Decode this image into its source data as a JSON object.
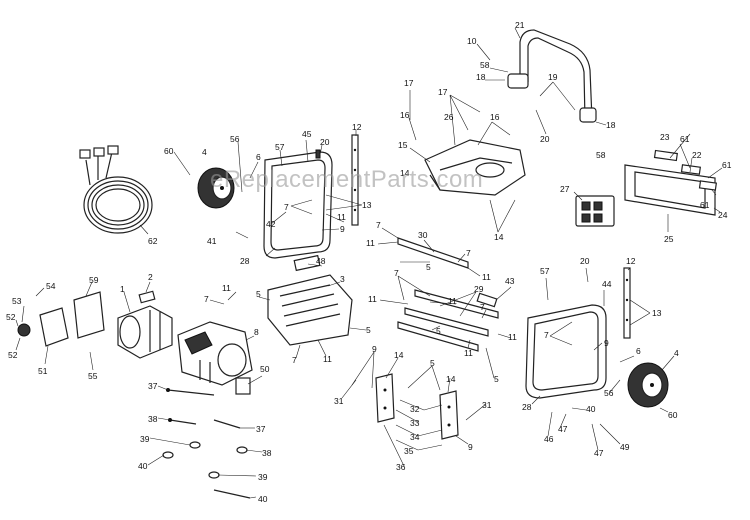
{
  "watermark": "eReplacementParts.com",
  "callouts": [
    {
      "id": "c21",
      "label": "21"
    },
    {
      "id": "c10",
      "label": "10"
    },
    {
      "id": "c58a",
      "label": "58"
    },
    {
      "id": "c18a",
      "label": "18"
    },
    {
      "id": "c19",
      "label": "19"
    },
    {
      "id": "c17a",
      "label": "17"
    },
    {
      "id": "c17b",
      "label": "17"
    },
    {
      "id": "c16a",
      "label": "16"
    },
    {
      "id": "c26",
      "label": "26"
    },
    {
      "id": "c16b",
      "label": "16"
    },
    {
      "id": "c20a",
      "label": "20"
    },
    {
      "id": "c18b",
      "label": "18"
    },
    {
      "id": "c58b",
      "label": "58"
    },
    {
      "id": "c15",
      "label": "15"
    },
    {
      "id": "c14a",
      "label": "14"
    },
    {
      "id": "c14b",
      "label": "14"
    },
    {
      "id": "c12a",
      "label": "12"
    },
    {
      "id": "c45",
      "label": "45"
    },
    {
      "id": "c20b",
      "label": "20"
    },
    {
      "id": "c57a",
      "label": "57"
    },
    {
      "id": "c6a",
      "label": "6"
    },
    {
      "id": "c56a",
      "label": "56"
    },
    {
      "id": "c4a",
      "label": "4"
    },
    {
      "id": "c60a",
      "label": "60"
    },
    {
      "id": "c13a",
      "label": "13"
    },
    {
      "id": "c7a",
      "label": "7"
    },
    {
      "id": "c11a",
      "label": "11"
    },
    {
      "id": "c9a",
      "label": "9"
    },
    {
      "id": "c42",
      "label": "42"
    },
    {
      "id": "c41",
      "label": "41"
    },
    {
      "id": "c28a",
      "label": "28"
    },
    {
      "id": "c62",
      "label": "62"
    },
    {
      "id": "c23",
      "label": "23"
    },
    {
      "id": "c61a",
      "label": "61"
    },
    {
      "id": "c22",
      "label": "22"
    },
    {
      "id": "c61b",
      "label": "61"
    },
    {
      "id": "c61c",
      "label": "61"
    },
    {
      "id": "c24",
      "label": "24"
    },
    {
      "id": "c25",
      "label": "25"
    },
    {
      "id": "c27",
      "label": "27"
    },
    {
      "id": "c7b",
      "label": "7"
    },
    {
      "id": "c11b",
      "label": "11"
    },
    {
      "id": "c30",
      "label": "30"
    },
    {
      "id": "c7c",
      "label": "7"
    },
    {
      "id": "c5a",
      "label": "5"
    },
    {
      "id": "c11c",
      "label": "11"
    },
    {
      "id": "c7d",
      "label": "7"
    },
    {
      "id": "c43",
      "label": "43"
    },
    {
      "id": "c29",
      "label": "29"
    },
    {
      "id": "c11d",
      "label": "11"
    },
    {
      "id": "c11e",
      "label": "11"
    },
    {
      "id": "c7e",
      "label": "7"
    },
    {
      "id": "c11f",
      "label": "11"
    },
    {
      "id": "c5b",
      "label": "5"
    },
    {
      "id": "c11g",
      "label": "11"
    },
    {
      "id": "c5c",
      "label": "5"
    },
    {
      "id": "c48",
      "label": "48"
    },
    {
      "id": "c3",
      "label": "3"
    },
    {
      "id": "c5d",
      "label": "5"
    },
    {
      "id": "c11h",
      "label": "11"
    },
    {
      "id": "c7f",
      "label": "7"
    },
    {
      "id": "c5e",
      "label": "5"
    },
    {
      "id": "c11i",
      "label": "11"
    },
    {
      "id": "c7g",
      "label": "7"
    },
    {
      "id": "c54",
      "label": "54"
    },
    {
      "id": "c59",
      "label": "59"
    },
    {
      "id": "c2",
      "label": "2"
    },
    {
      "id": "c1",
      "label": "1"
    },
    {
      "id": "c53",
      "label": "53"
    },
    {
      "id": "c52a",
      "label": "52"
    },
    {
      "id": "c52b",
      "label": "52"
    },
    {
      "id": "c51",
      "label": "51"
    },
    {
      "id": "c55",
      "label": "55"
    },
    {
      "id": "c8",
      "label": "8"
    },
    {
      "id": "c50",
      "label": "50"
    },
    {
      "id": "c57b",
      "label": "57"
    },
    {
      "id": "c20c",
      "label": "20"
    },
    {
      "id": "c44",
      "label": "44"
    },
    {
      "id": "c12b",
      "label": "12"
    },
    {
      "id": "c13b",
      "label": "13"
    },
    {
      "id": "c7h",
      "label": "7"
    },
    {
      "id": "c9b",
      "label": "9"
    },
    {
      "id": "c6b",
      "label": "6"
    },
    {
      "id": "c4b",
      "label": "4"
    },
    {
      "id": "c56b",
      "label": "56"
    },
    {
      "id": "c60b",
      "label": "60"
    },
    {
      "id": "c28b",
      "label": "28"
    },
    {
      "id": "c40a",
      "label": "40"
    },
    {
      "id": "c46",
      "label": "46"
    },
    {
      "id": "c47a",
      "label": "47"
    },
    {
      "id": "c47b",
      "label": "47"
    },
    {
      "id": "c49",
      "label": "49"
    },
    {
      "id": "c9c",
      "label": "9"
    },
    {
      "id": "c31a",
      "label": "31"
    },
    {
      "id": "c14c",
      "label": "14"
    },
    {
      "id": "c5f",
      "label": "5"
    },
    {
      "id": "c14d",
      "label": "14"
    },
    {
      "id": "c32",
      "label": "32"
    },
    {
      "id": "c33",
      "label": "33"
    },
    {
      "id": "c34",
      "label": "34"
    },
    {
      "id": "c35",
      "label": "35"
    },
    {
      "id": "c36",
      "label": "36"
    },
    {
      "id": "c31b",
      "label": "31"
    },
    {
      "id": "c9d",
      "label": "9"
    },
    {
      "id": "c37a",
      "label": "37"
    },
    {
      "id": "c37b",
      "label": "37"
    },
    {
      "id": "c38a",
      "label": "38"
    },
    {
      "id": "c38b",
      "label": "38"
    },
    {
      "id": "c39a",
      "label": "39"
    },
    {
      "id": "c39b",
      "label": "39"
    },
    {
      "id": "c40b",
      "label": "40"
    },
    {
      "id": "c40c",
      "label": "40"
    }
  ]
}
